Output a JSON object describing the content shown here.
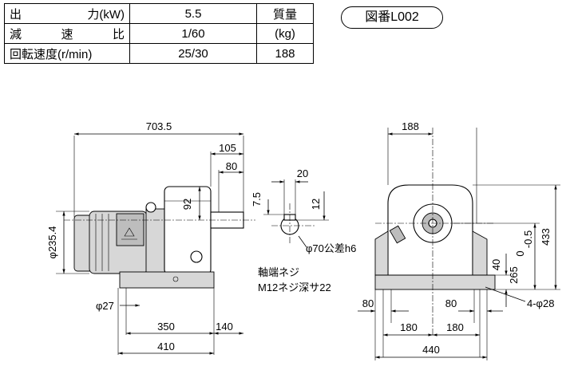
{
  "spec_table": {
    "rows": [
      {
        "label_left": "出",
        "label_right": "力(kW)",
        "value": "5.5"
      },
      {
        "label_left": "減",
        "label_mid": "速",
        "label_right": "比",
        "value": "1/60"
      },
      {
        "label": "回転速度(r/min)",
        "value": "25/30"
      }
    ],
    "mass_header": "質量",
    "mass_unit": "(kg)",
    "mass_value": "188"
  },
  "figure_number": "図番L002",
  "dimensions": {
    "overall_length": "703.5",
    "shaft_length": "105",
    "shaft_key_length": "80",
    "key_width": "20",
    "key_height": "7.5",
    "key_depth": "12",
    "shaft_diameter": "φ70公差h6",
    "shaft_height": "92",
    "motor_diameter": "φ235.4",
    "foot_hole": "φ27",
    "foot_pitch": "350",
    "foot_end": "140",
    "base_length": "410",
    "top_width": "188",
    "overall_height": "433",
    "center_height": "265",
    "center_tol_top": "0",
    "center_tol_bottom": "-0.5",
    "foot_height": "40",
    "side_80_left": "80",
    "side_80_right": "80",
    "half_pitch_left": "180",
    "half_pitch_right": "180",
    "base_width": "440",
    "mount_holes": "4-φ28"
  },
  "notes": {
    "line1": "軸端ネジ",
    "line2": "M12ネジ深サ22"
  }
}
